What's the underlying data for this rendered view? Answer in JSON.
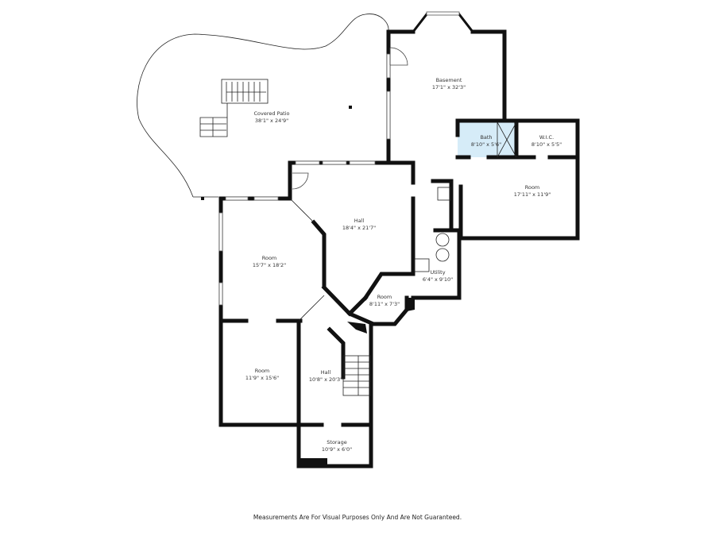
{
  "colors": {
    "wall": "#111111",
    "bath_fill": "#d6ecf8",
    "background": "#ffffff"
  },
  "rooms": [
    {
      "id": "covered-patio",
      "name": "Covered Patio",
      "dims": "38'1\" x 24'9\""
    },
    {
      "id": "basement",
      "name": "Basement",
      "dims": "17'1\" x 32'3\""
    },
    {
      "id": "bath",
      "name": "Bath",
      "dims": "8'10\" x 5'6\""
    },
    {
      "id": "wic",
      "name": "W.I.C.",
      "dims": "8'10\" x 5'5\""
    },
    {
      "id": "room-east",
      "name": "Room",
      "dims": "17'11\" x 11'9\""
    },
    {
      "id": "hall-upper",
      "name": "Hall",
      "dims": "18'4\" x 21'7\""
    },
    {
      "id": "room-west",
      "name": "Room",
      "dims": "15'7\" x 18'2\""
    },
    {
      "id": "utility",
      "name": "Utility",
      "dims": "6'4\" x 9'10\""
    },
    {
      "id": "room-small",
      "name": "Room",
      "dims": "8'11\" x 7'3\""
    },
    {
      "id": "room-southwest",
      "name": "Room",
      "dims": "11'9\" x 15'6\""
    },
    {
      "id": "hall-lower",
      "name": "Hall",
      "dims": "10'8\" x 20'3\""
    },
    {
      "id": "storage",
      "name": "Storage",
      "dims": "10'9\" x 6'0\""
    }
  ],
  "footer": {
    "disclaimer": "Measurements Are For Visual Purposes Only And Are Not Guaranteed."
  }
}
